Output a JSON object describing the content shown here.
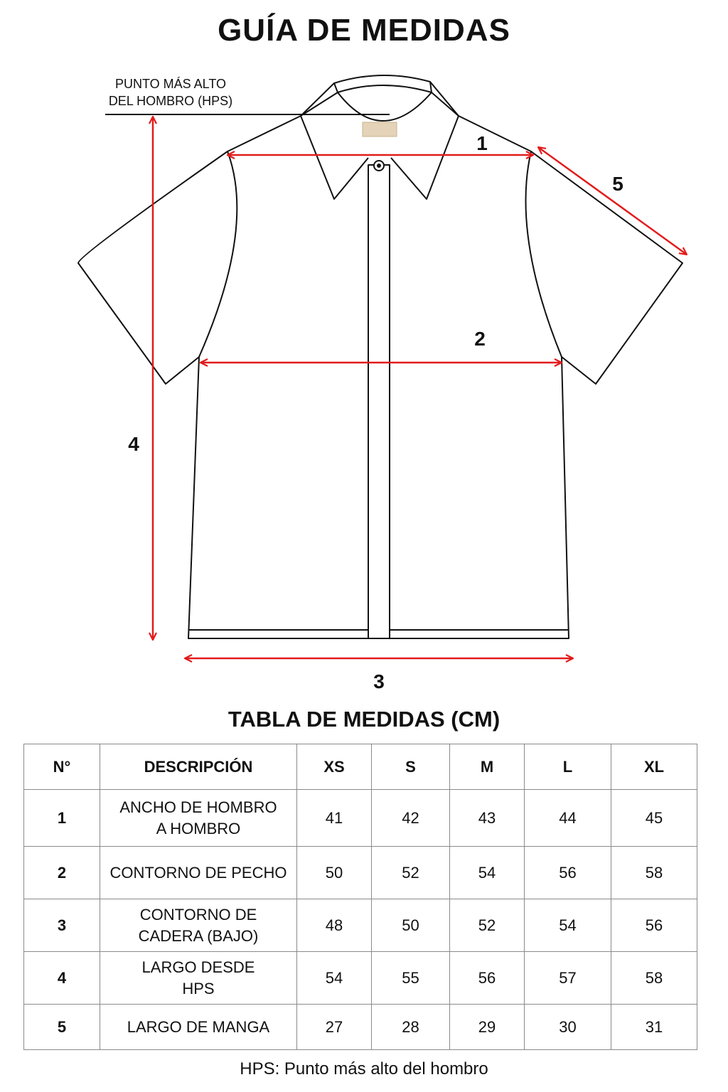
{
  "header": {
    "title": "GUÍA DE MEDIDAS"
  },
  "diagram": {
    "hps_label_line1": "PUNTO MÁS ALTO",
    "hps_label_line2": "DEL HOMBRO (HPS)",
    "markers": [
      "1",
      "2",
      "3",
      "4",
      "5"
    ],
    "arrow_color": "#e31b1b",
    "outline_color": "#111111",
    "label_color": "#e4d3b8"
  },
  "table": {
    "title": "TABLA DE MEDIDAS (CM)",
    "headers": [
      "N°",
      "DESCRIPCIÓN",
      "XS",
      "S",
      "M",
      "L",
      "XL"
    ],
    "rows": [
      {
        "n": "1",
        "desc": "ANCHO DE HOMBRO\nA HOMBRO",
        "values": [
          "41",
          "42",
          "43",
          "44",
          "45"
        ]
      },
      {
        "n": "2",
        "desc": "CONTORNO DE PECHO",
        "values": [
          "50",
          "52",
          "54",
          "56",
          "58"
        ]
      },
      {
        "n": "3",
        "desc": "CONTORNO DE\nCADERA (BAJO)",
        "values": [
          "48",
          "50",
          "52",
          "54",
          "56"
        ]
      },
      {
        "n": "4",
        "desc": "LARGO DESDE\nHPS",
        "values": [
          "54",
          "55",
          "56",
          "57",
          "58"
        ]
      },
      {
        "n": "5",
        "desc": "LARGO DE MANGA",
        "values": [
          "27",
          "28",
          "29",
          "30",
          "31"
        ]
      }
    ]
  },
  "footnote": "HPS: Punto más alto del hombro"
}
